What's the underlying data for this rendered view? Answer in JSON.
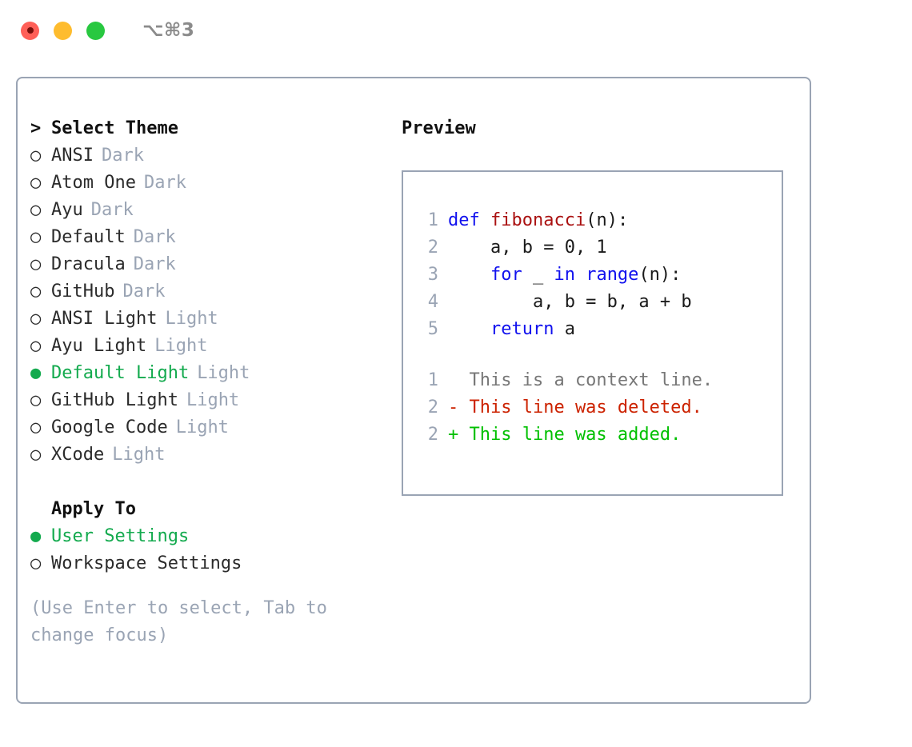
{
  "window": {
    "title_keys": "⌥⌘3",
    "traffic_lights": [
      "close-button",
      "minimize-button",
      "maximize-button"
    ],
    "border_color": "#9aa4b4"
  },
  "colors": {
    "selected_green": "#13aa4e",
    "badge_gray": "#9aa4b4",
    "keyword_blue": "#1111ee",
    "function_red": "#aa1111",
    "diff_deleted_red": "#cc2200",
    "diff_added_green": "#00c000",
    "context_gray": "#777777",
    "text": "#2b2b2b"
  },
  "theme_picker": {
    "header_prefix": ">",
    "header_label": "Select Theme",
    "bullet_unselected": "○",
    "bullet_selected": "●",
    "items": [
      {
        "label": "ANSI",
        "badge": "Dark",
        "selected": false
      },
      {
        "label": "Atom One",
        "badge": "Dark",
        "selected": false
      },
      {
        "label": "Ayu",
        "badge": "Dark",
        "selected": false
      },
      {
        "label": "Default",
        "badge": "Dark",
        "selected": false
      },
      {
        "label": "Dracula",
        "badge": "Dark",
        "selected": false
      },
      {
        "label": "GitHub",
        "badge": "Dark",
        "selected": false
      },
      {
        "label": "ANSI Light",
        "badge": "Light",
        "selected": false
      },
      {
        "label": "Ayu Light",
        "badge": "Light",
        "selected": false
      },
      {
        "label": "Default Light",
        "badge": "Light",
        "selected": true
      },
      {
        "label": "GitHub Light",
        "badge": "Light",
        "selected": false
      },
      {
        "label": "Google Code",
        "badge": "Light",
        "selected": false
      },
      {
        "label": "XCode",
        "badge": "Light",
        "selected": false
      }
    ]
  },
  "apply_to": {
    "header_label": "Apply To",
    "items": [
      {
        "label": "User Settings",
        "selected": true
      },
      {
        "label": "Workspace Settings",
        "selected": false
      }
    ]
  },
  "hint": "(Use Enter to select, Tab to change focus)",
  "preview": {
    "title": "Preview",
    "code_lines": [
      {
        "no": "1",
        "segments": [
          {
            "text": "def ",
            "cls": "tok-kw"
          },
          {
            "text": "fibonacci",
            "cls": "tok-fn"
          },
          {
            "text": "(n):",
            "cls": "tok-plain"
          }
        ]
      },
      {
        "no": "2",
        "segments": [
          {
            "text": "    a, b = 0, 1",
            "cls": "tok-plain"
          }
        ]
      },
      {
        "no": "3",
        "segments": [
          {
            "text": "    for ",
            "cls": "tok-kw"
          },
          {
            "text": "_",
            "cls": "tok-plain"
          },
          {
            "text": " in range",
            "cls": "tok-kw"
          },
          {
            "text": "(n):",
            "cls": "tok-plain"
          }
        ]
      },
      {
        "no": "4",
        "segments": [
          {
            "text": "        a, b = b, a + b",
            "cls": "tok-plain"
          }
        ]
      },
      {
        "no": "5",
        "segments": [
          {
            "text": "    return ",
            "cls": "tok-kw"
          },
          {
            "text": "a",
            "cls": "tok-plain"
          }
        ]
      }
    ],
    "diff_lines": [
      {
        "no": "1",
        "marker": " ",
        "text": "  This is a context line.",
        "cls": "tok-ctx"
      },
      {
        "no": "2",
        "marker": "-",
        "text": "- This line was deleted.",
        "cls": "tok-del"
      },
      {
        "no": "2",
        "marker": "+",
        "text": "+ This line was added.",
        "cls": "tok-add"
      }
    ]
  }
}
